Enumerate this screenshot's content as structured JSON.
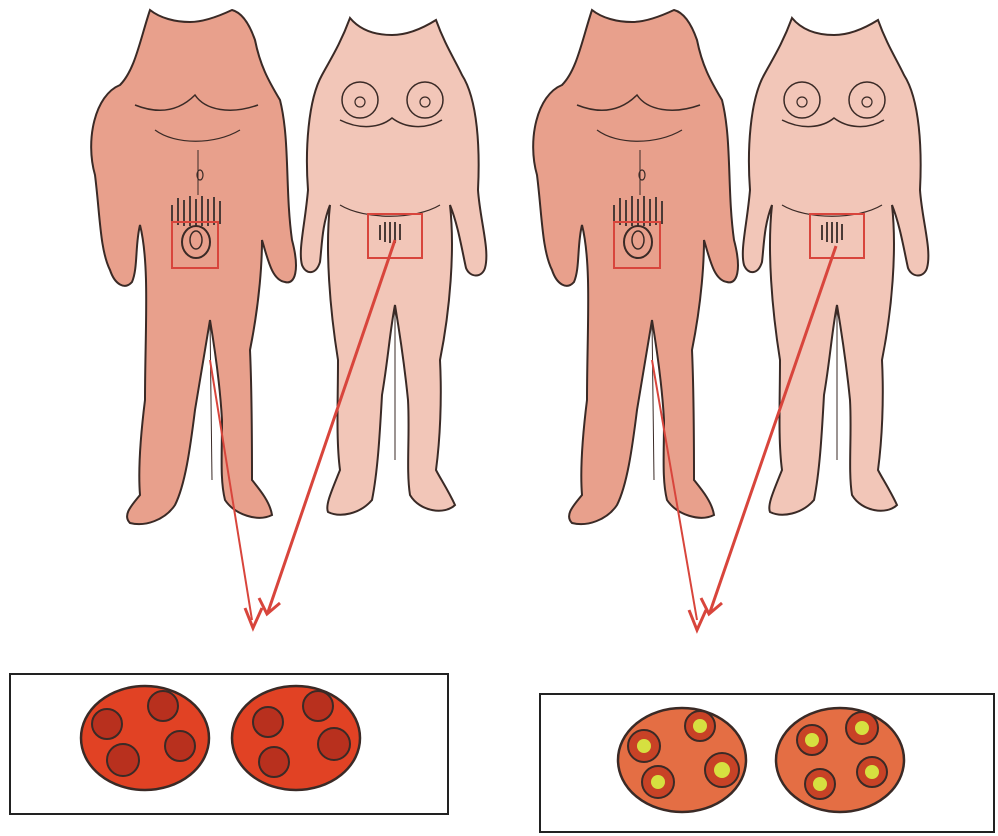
{
  "palette": {
    "male_skin": "#e8a08c",
    "female_skin": "#f2c6b8",
    "outline": "#3a2a26",
    "hair": "#4a3a36",
    "highlight_box": "#d8453c",
    "arrow": "#d8453c",
    "plate_red": "#e14224",
    "plate_orange": "#e46e44",
    "colony_dark": "#9c2018",
    "colony_yellow": "#d6e040",
    "slide_border": "#222222"
  },
  "panels": [
    {
      "id": "left",
      "slide_variant": "red-colonies",
      "icons": [
        "male-figure-icon",
        "female-figure-icon",
        "petri-dish-icon"
      ]
    },
    {
      "id": "right",
      "slide_variant": "yellow-colonies",
      "icons": [
        "male-figure-icon",
        "female-figure-icon",
        "petri-dish-icon"
      ]
    }
  ]
}
